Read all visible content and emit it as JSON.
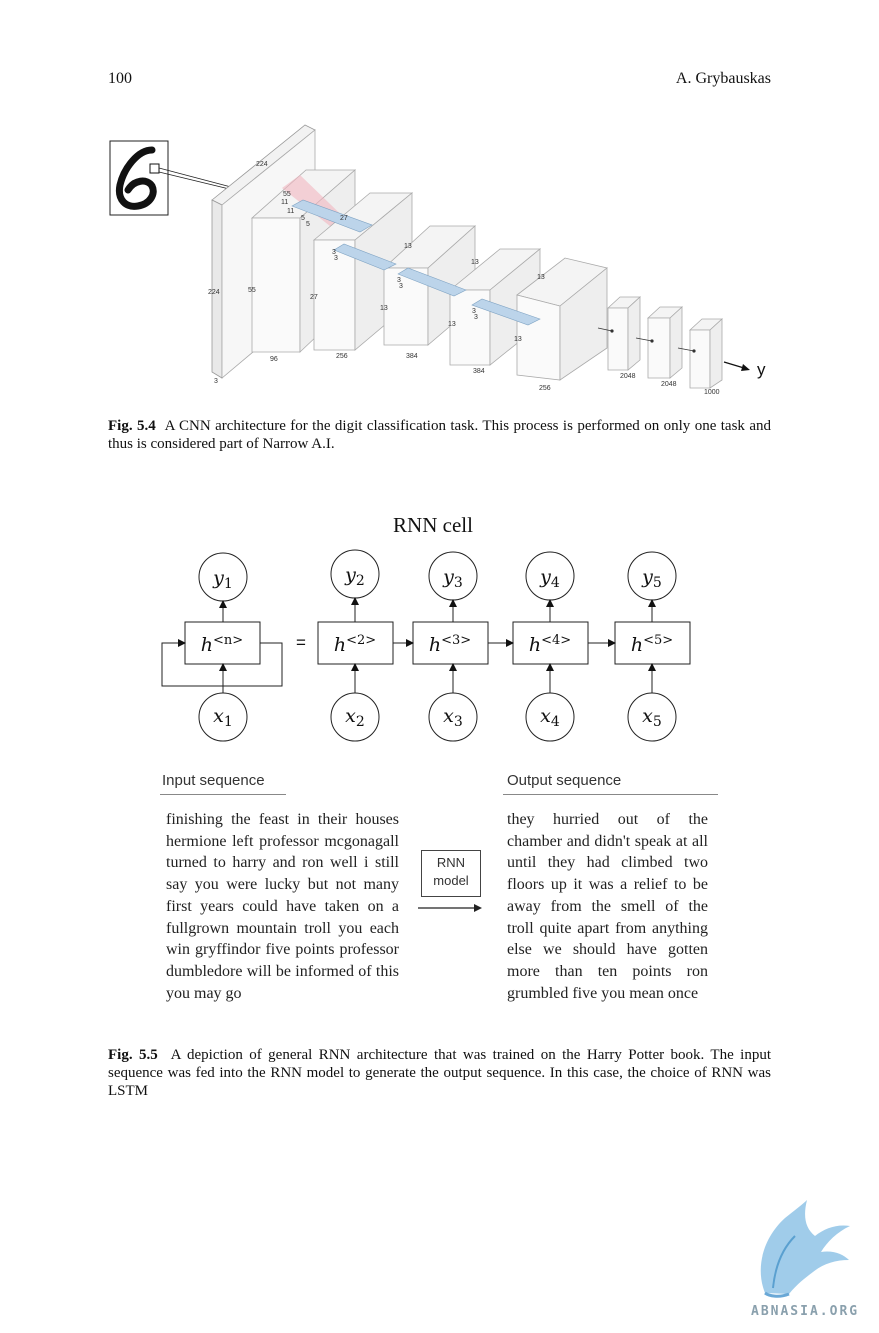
{
  "header": {
    "page_number": "100",
    "author": "A. Grybauskas"
  },
  "figure_5_4": {
    "caption_label": "Fig. 5.4",
    "caption_text": "A CNN architecture for the digit classification task. This process is performed on only one task and thus is considered part of Narrow A.I.",
    "labels": {
      "l224a": "224",
      "l224b": "224",
      "l3": "3",
      "l55a": "55",
      "l11a": "11",
      "l11b": "11",
      "l55b": "55",
      "l5a": "5",
      "l5b": "5",
      "l27a": "27",
      "l27b": "27",
      "l96": "96",
      "l3a": "3",
      "l3b": "3",
      "l13a": "13",
      "l13b": "13",
      "l256a": "256",
      "l3c": "3",
      "l3d": "3",
      "l13c": "13",
      "l13d": "13",
      "l384a": "384",
      "l3e": "3",
      "l3f": "3",
      "l13e": "13",
      "l13f": "13",
      "l384b": "384",
      "l256b": "256",
      "l2048a": "2048",
      "l2048b": "2048",
      "l1000": "1000",
      "output": "y"
    }
  },
  "figure_5_5": {
    "title": "RNN cell",
    "h_n": "<n>",
    "h2": "<2>",
    "h3": "<3>",
    "h4": "<4>",
    "h5": "<5>",
    "equals": "=",
    "y_base": "y",
    "x_base": "x",
    "h_base": "h",
    "sub1": "1",
    "sub2": "2",
    "sub3": "3",
    "sub4": "4",
    "sub5": "5",
    "input_label": "Input sequence",
    "output_label": "Output sequence",
    "input_text": "finishing the feast in their houses hermione left professor mcgonagall turned to harry and ron well i still say you were lucky but not many first years could have taken on a fullgrown mountain troll you each win gryffindor five points professor dumbledore will be informed of this you may go",
    "output_text": "they hurried out of the chamber and didn't speak at all until they had climbed two floors up it was a relief to be away from the smell of the troll quite apart from anything else we should have gotten more than ten points ron grumbled five you mean once",
    "model_line1": "RNN",
    "model_line2": "model",
    "caption_label": "Fig. 5.5",
    "caption_text": "A depiction of general RNN architecture that was trained on the Harry Potter book. The input sequence was fed into the RNN model to generate the output sequence. In this case, the choice of RNN was LSTM"
  },
  "watermark": {
    "text": "ABNASIA.ORG"
  }
}
